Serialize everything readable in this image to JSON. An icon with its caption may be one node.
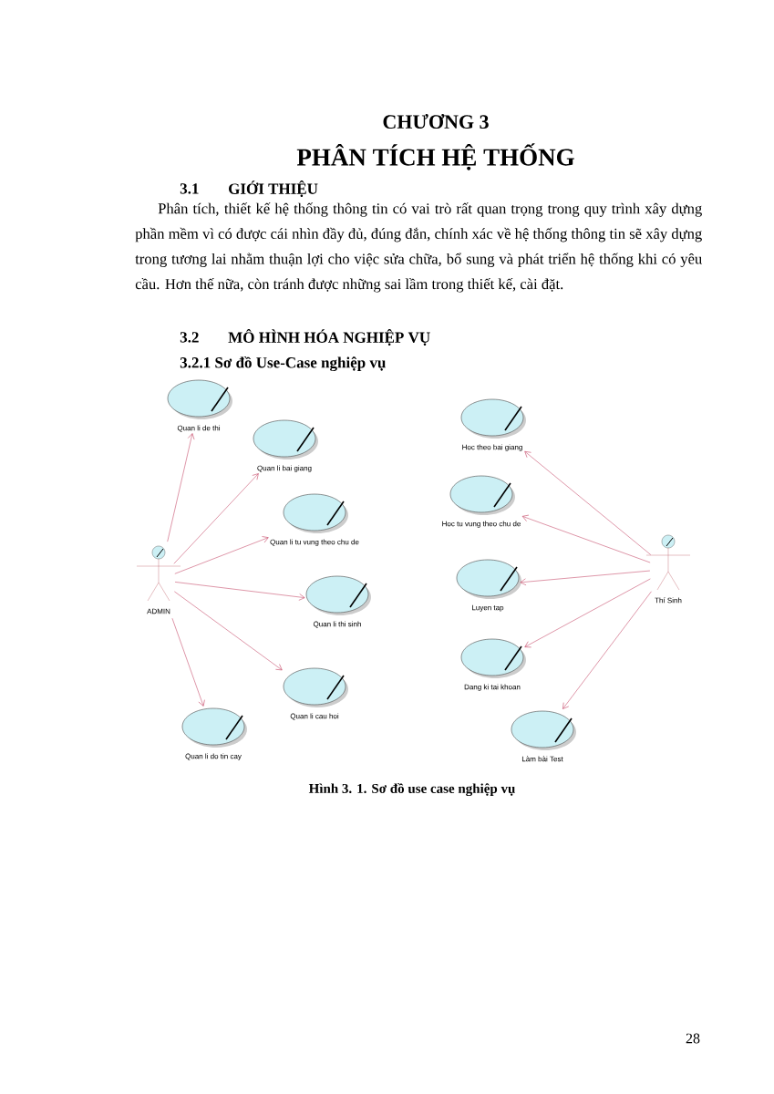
{
  "diagram": {
    "caption": "Hình 3. 1. Sơ đồ use case nghiệp vụ",
    "nodes": [
      {
        "text": [
          "ADMIN"
        ]
      },
      {
        "text": [
          "Quan li de thi"
        ]
      },
      {
        "text": [
          "Quan li bai giang"
        ]
      },
      {
        "text": [
          "Quan li tu vung theo chu de"
        ]
      },
      {
        "text": [
          "Quan li thi sinh"
        ]
      },
      {
        "text": [
          "Quan li cau hoi"
        ]
      },
      {
        "text": [
          "Quan li do tin cay"
        ]
      },
      {
        "text": [
          "Thí Sinh"
        ]
      },
      {
        "text": [
          "Hoc theo bai giang"
        ]
      },
      {
        "text": [
          "Hoc tu vung theo chu de"
        ]
      },
      {
        "text": [
          "Luyen tap"
        ]
      },
      {
        "text": [
          "Dang ki tai khoan"
        ]
      },
      {
        "text": [
          "Làm bài Test"
        ]
      }
    ],
    "edges": [
      {
        "from": 0,
        "to": 1,
        "arrow": "to"
      },
      {
        "from": 0,
        "to": 2,
        "arrow": "to"
      },
      {
        "from": 0,
        "to": 3,
        "arrow": "to"
      },
      {
        "from": 0,
        "to": 4,
        "arrow": "to"
      },
      {
        "from": 0,
        "to": 5,
        "arrow": "to"
      },
      {
        "from": 0,
        "to": 6,
        "arrow": "to"
      },
      {
        "from": 7,
        "to": 8,
        "arrow": "to"
      },
      {
        "from": 7,
        "to": 9,
        "arrow": "to"
      },
      {
        "from": 7,
        "to": 10,
        "arrow": "to"
      },
      {
        "from": 7,
        "to": 11,
        "arrow": "to"
      },
      {
        "from": 7,
        "to": 12,
        "arrow": "to"
      }
    ],
    "labels": [
      "CHƯƠNG 3",
      "PHÂN TÍCH HỆ THỐNG",
      "3.1",
      "GIỚI THIỆU",
      "Phân tích, thiết kế hệ thống thông tin có vai trò rất quan trọng trong quy trình xây dựng phần mềm vì có được cái nhìn đầy đủ, đúng đắn, chính xác về hệ thống thông tin sẽ xây dựng trong tương lai nhằm thuận lợi cho việc sửa chữa, bổ sung và phát triển hệ thống khi có yêu cầu. Hơn thế nữa, còn tránh được những sai lầm trong thiết kế, cài đặt.",
      "3.2",
      "MÔ HÌNH HÓA NGHIỆP VỤ",
      "3.2.1 Sơ đồ Use-Case nghiệp vụ",
      "28"
    ]
  }
}
